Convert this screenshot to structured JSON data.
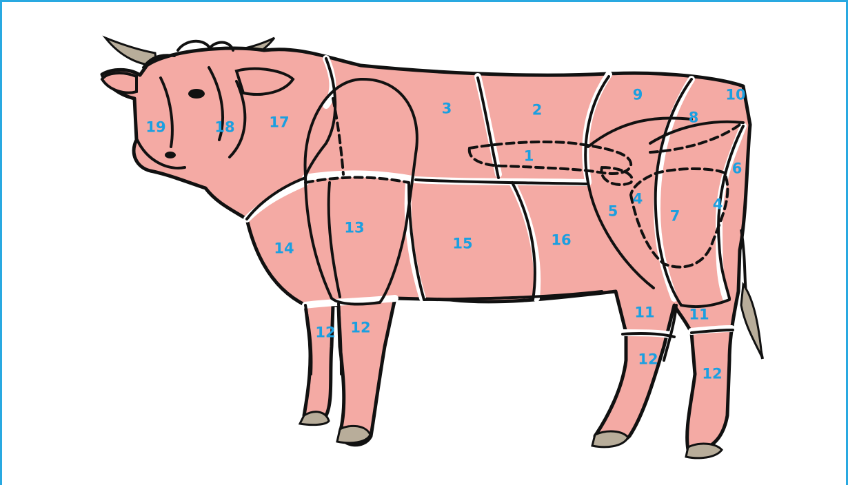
{
  "colors": {
    "frame": "#29a9e1",
    "label": "#1b9fe0",
    "meat": "#f4aaa4",
    "outline": "#111111",
    "horn": "#b8ad9a",
    "hoof": "#b8ad9a"
  },
  "labels": {
    "n1": "1",
    "n2": "2",
    "n3": "3",
    "n4a": "4",
    "n4b": "4",
    "n5": "5",
    "n6": "6",
    "n7": "7",
    "n8": "8",
    "n9": "9",
    "n10": "10",
    "n11a": "11",
    "n11b": "11",
    "n12a": "12",
    "n12b": "12",
    "n12c": "12",
    "n12d": "12",
    "n13": "13",
    "n14": "14",
    "n15": "15",
    "n16": "16",
    "n17": "17",
    "n18": "18",
    "n19": "19"
  }
}
